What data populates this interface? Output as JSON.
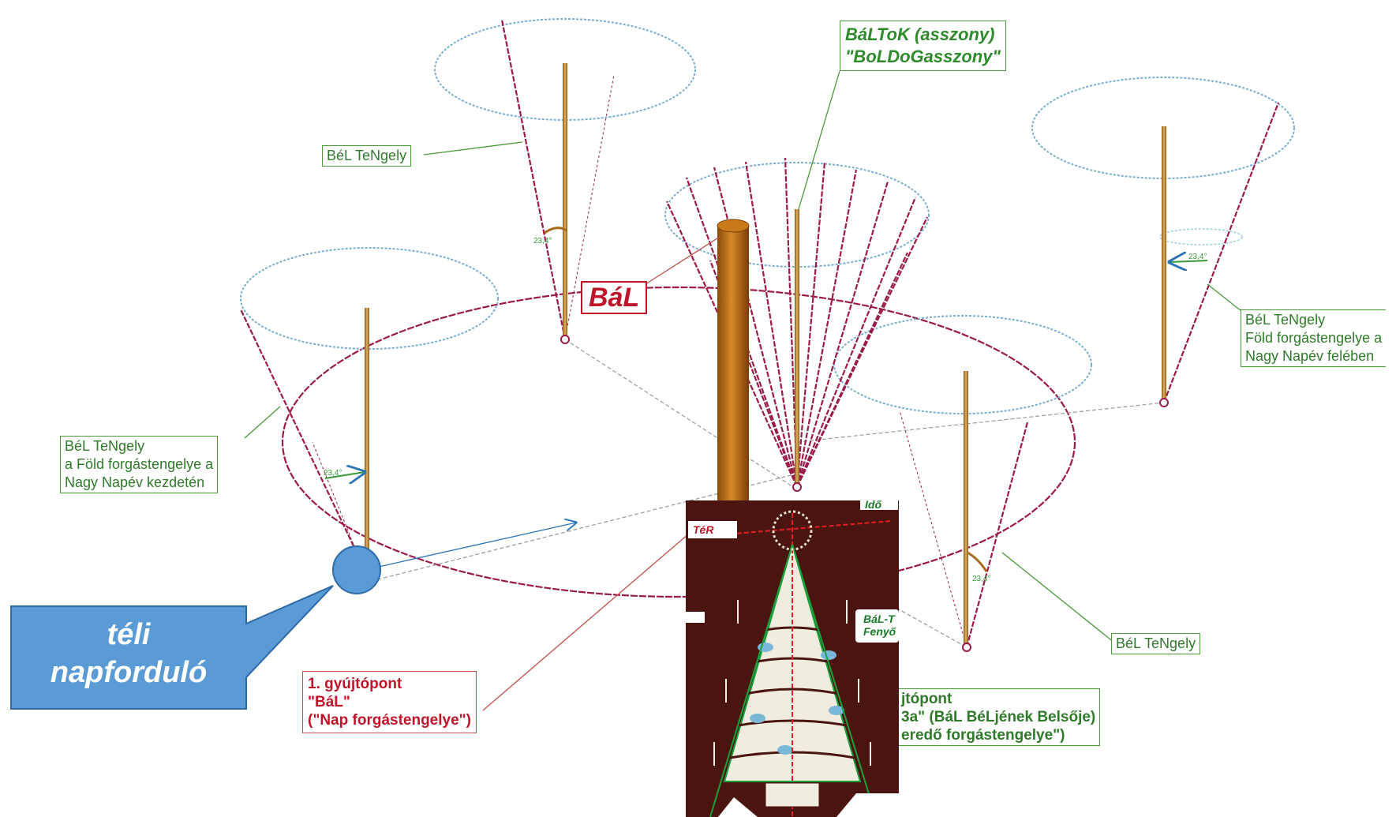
{
  "labels": {
    "boldog_line1": "BáLToK (asszony)",
    "boldog_line2": "\"BoLDoGasszony\"",
    "bel_top": "BéL TeNgely",
    "bel_right_line1": "BéL TeNgely",
    "bel_right_line2": "Föld forgástengelye a",
    "bel_right_line3": "Nagy Napév felében",
    "bel_left_line1": "BéL TeNgely",
    "bel_left_line2": "a Föld forgástengelye a",
    "bel_left_line3": "Nagy Napév kezdetén",
    "bel_bottom_right": "BéL TeNgely",
    "bal": "BáL",
    "gyujto1_line1": "1. gyújtópont",
    "gyujto1_line2": "\"BáL\"",
    "gyujto1_line3": "(\"Nap forgástengelye\")",
    "gyujto2_line1": "jtópont",
    "gyujto2_line2": "3a\" (BáL BéLjének Belsője)",
    "gyujto2_line3": "eredő forgástengelye\")",
    "angle": "23,4°"
  },
  "callout": {
    "line1": "téli",
    "line2": "napforduló"
  },
  "tree": {
    "ter": "TéR",
    "ido": "Idő",
    "balt_line1": "BáL-T",
    "balt_line2": "Fenyő"
  },
  "colors": {
    "orbit": "#9a1a4a",
    "axis": "#b8862b",
    "label_green": "#2f7a2a",
    "label_red": "#c0142a",
    "callout": "#5b9bd5",
    "tree_bg": "#4a1410"
  }
}
